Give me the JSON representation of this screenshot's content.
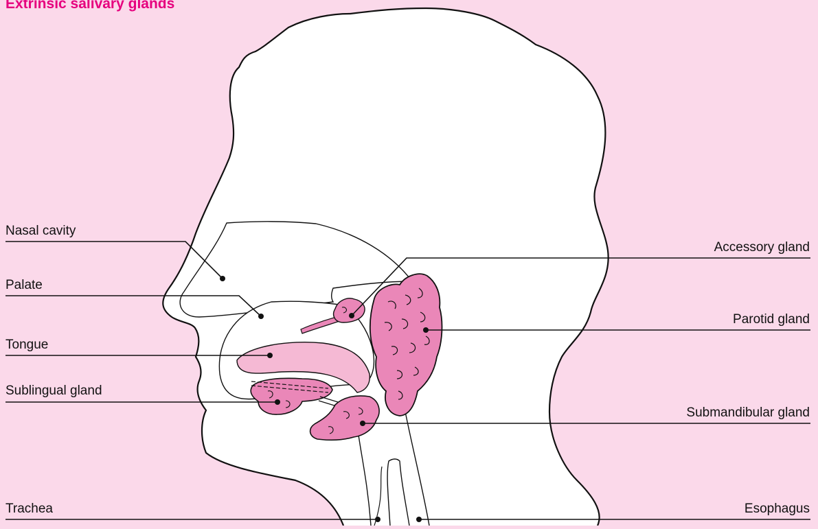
{
  "title": "Extrinsic salivary glands",
  "colors": {
    "background": "#fbd9ea",
    "title": "#e6007e",
    "gland_fill": "#ea87b8",
    "tongue_fill": "#f5b9d4",
    "outline": "#111111"
  },
  "labels": {
    "nasal_cavity": "Nasal cavity",
    "palate": "Palate",
    "tongue": "Tongue",
    "sublingual_gland": "Sublingual gland",
    "trachea": "Trachea",
    "accessory_gland": "Accessory gland",
    "parotid_gland": "Parotid gland",
    "submandibular_gland": "Submandibular gland",
    "esophagus": "Esophagus"
  }
}
